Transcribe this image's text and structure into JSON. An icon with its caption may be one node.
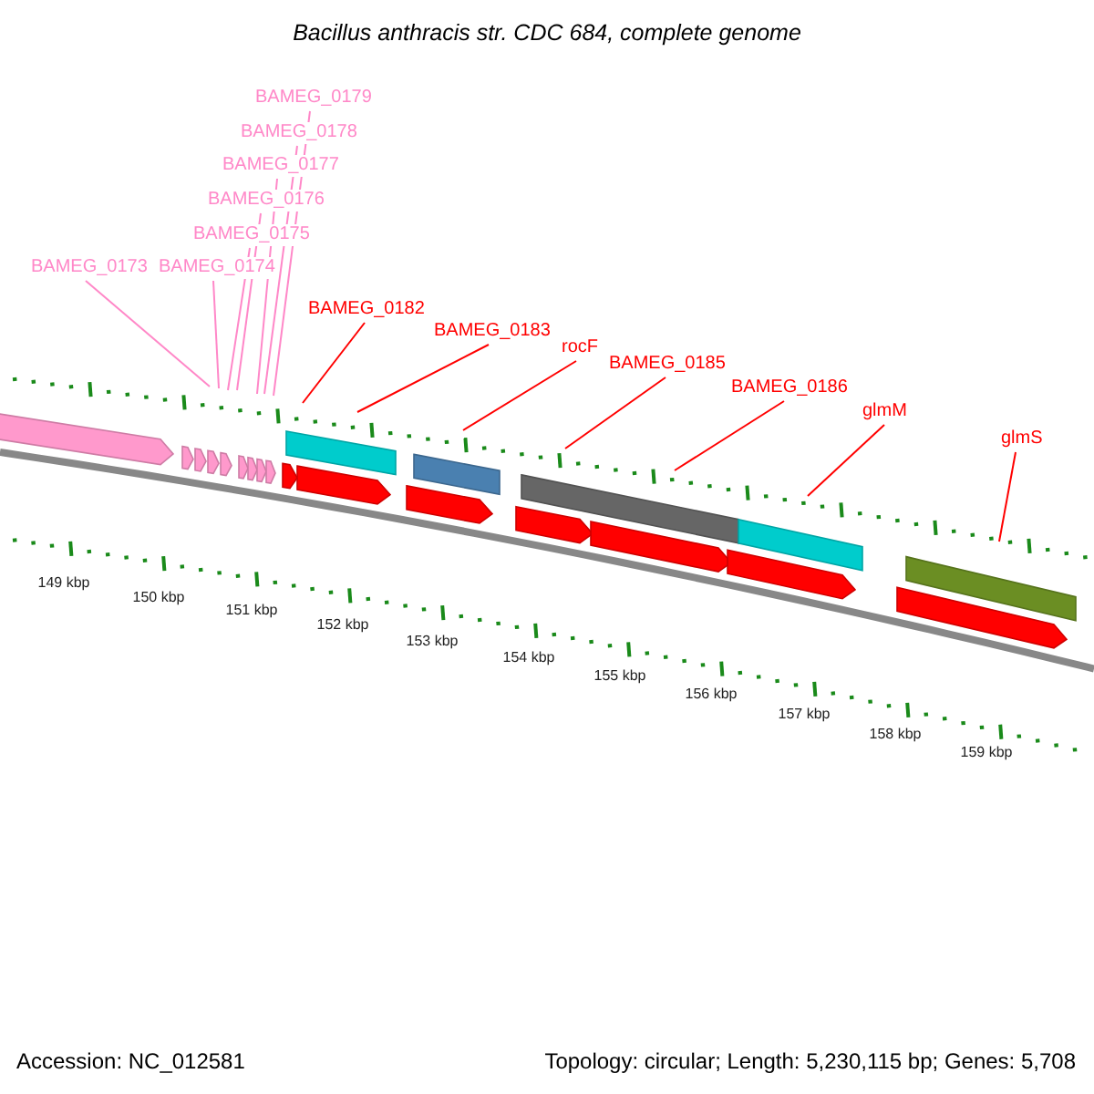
{
  "diagram": {
    "title": "Bacillus anthracis str. CDC 684, complete genome",
    "nodes": [
      {
        "text": [
          "BAMEG_0173"
        ]
      },
      {
        "text": [
          "BAMEG_0174"
        ]
      },
      {
        "text": [
          "BAMEG_0175"
        ]
      },
      {
        "text": [
          "BAMEG_0176"
        ]
      },
      {
        "text": [
          "BAMEG_0177"
        ]
      },
      {
        "text": [
          "BAMEG_0178"
        ]
      },
      {
        "text": [
          "BAMEG_0179"
        ]
      },
      {
        "text": [
          "BAMEG_0182"
        ]
      },
      {
        "text": [
          "BAMEG_0183"
        ]
      },
      {
        "text": [
          "rocF"
        ]
      },
      {
        "text": [
          "BAMEG_0185"
        ]
      },
      {
        "text": [
          "BAMEG_0186"
        ]
      },
      {
        "text": [
          "glmM"
        ]
      },
      {
        "text": [
          "glmS"
        ]
      }
    ],
    "edges": [
      {
        "from": 0,
        "to": null,
        "arrow": "none",
        "color": "#ff88c8"
      },
      {
        "from": 1,
        "to": null,
        "arrow": "none",
        "color": "#ff88c8"
      },
      {
        "from": 2,
        "to": null,
        "arrow": "none",
        "color": "#ff88c8"
      },
      {
        "from": 3,
        "to": null,
        "arrow": "none",
        "color": "#ff88c8"
      },
      {
        "from": 4,
        "to": null,
        "arrow": "none",
        "color": "#ff88c8"
      },
      {
        "from": 5,
        "to": null,
        "arrow": "none",
        "color": "#ff88c8"
      },
      {
        "from": 6,
        "to": null,
        "arrow": "none",
        "color": "#ff88c8"
      },
      {
        "from": 7,
        "to": null,
        "arrow": "none",
        "color": "#ff0000"
      },
      {
        "from": 8,
        "to": null,
        "arrow": "none",
        "color": "#ff0000"
      },
      {
        "from": 9,
        "to": null,
        "arrow": "none",
        "color": "#ff0000"
      },
      {
        "from": 10,
        "to": null,
        "arrow": "none",
        "color": "#ff0000"
      },
      {
        "from": 11,
        "to": null,
        "arrow": "none",
        "color": "#ff0000"
      },
      {
        "from": 12,
        "to": null,
        "arrow": "none",
        "color": "#ff0000"
      },
      {
        "from": 13,
        "to": null,
        "arrow": "none",
        "color": "#ff0000"
      }
    ],
    "labels": [
      "149 kbp",
      "150 kbp",
      "151 kbp",
      "152 kbp",
      "153 kbp",
      "154 kbp",
      "155 kbp",
      "156 kbp",
      "157 kbp",
      "158 kbp",
      "159 kbp",
      "Accession: NC_012581",
      "Topology: circular; Length: 5,230,115 bp; Genes: 5,708"
    ]
  }
}
